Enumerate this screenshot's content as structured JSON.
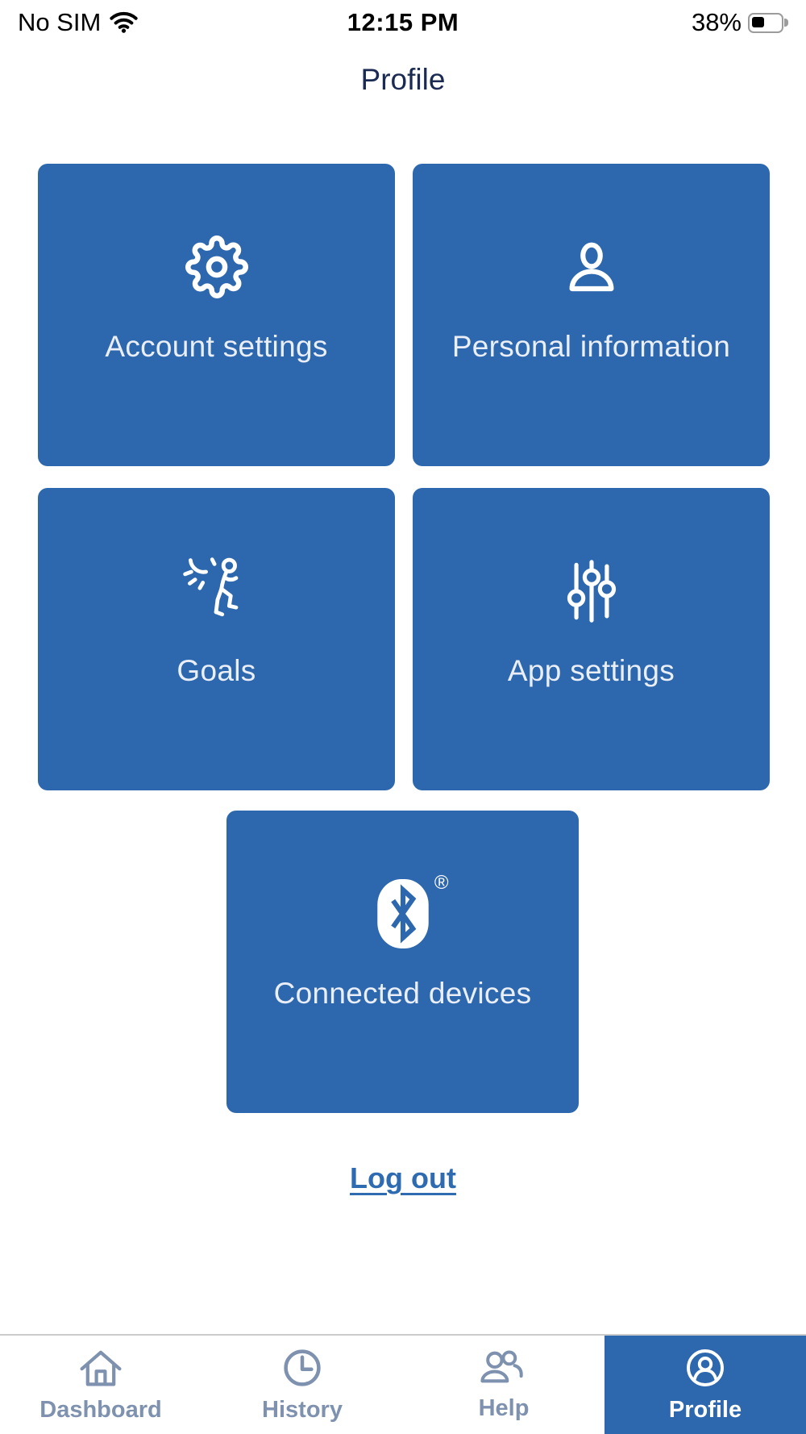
{
  "colors": {
    "tile_blue": "#2d67ae",
    "title_navy": "#1a2a52",
    "logout_blue": "#2e6bb1",
    "tab_inactive": "#7e92b0",
    "tab_active_bg": "#2d67ae",
    "tabbar_border": "#cbcbcb",
    "tile_label": "#e9eef7",
    "status_text": "#000000"
  },
  "status_bar": {
    "carrier": "No SIM",
    "time": "12:15 PM",
    "battery_percent": "38%"
  },
  "header": {
    "title": "Profile"
  },
  "tiles": [
    {
      "label": "Account settings",
      "icon": "gear-icon"
    },
    {
      "label": "Personal information",
      "icon": "person-icon"
    },
    {
      "label": "Goals",
      "icon": "runner-sun-icon"
    },
    {
      "label": "App settings",
      "icon": "sliders-icon"
    },
    {
      "label": "Connected devices",
      "icon": "bluetooth-icon",
      "trademark": "®"
    }
  ],
  "logout": {
    "label": "Log out"
  },
  "tab_bar": {
    "tabs": [
      {
        "label": "Dashboard",
        "icon": "home-icon",
        "active": false
      },
      {
        "label": "History",
        "icon": "clock-icon",
        "active": false
      },
      {
        "label": "Help",
        "icon": "people-icon",
        "active": false
      },
      {
        "label": "Profile",
        "icon": "profile-circle-icon",
        "active": true
      }
    ]
  }
}
